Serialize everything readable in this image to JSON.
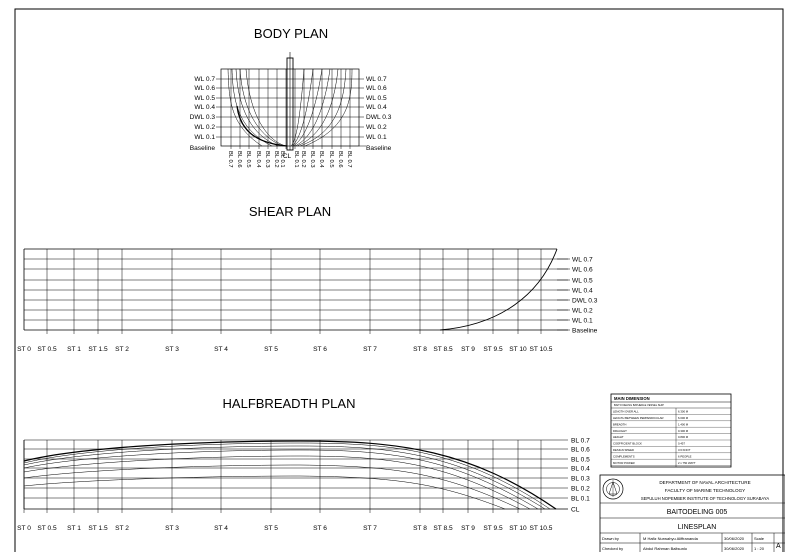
{
  "drawing": {
    "body_plan": {
      "title": "BODY PLAN",
      "left_labels": [
        "WL 0.7",
        "WL 0.6",
        "WL 0.5",
        "WL 0.4",
        "DWL 0.3",
        "WL 0.2",
        "WL 0.1",
        "Baseline"
      ],
      "right_labels": [
        "WL 0.7",
        "WL 0.6",
        "WL 0.5",
        "WL 0.4",
        "DWL 0.3",
        "WL 0.2",
        "WL 0.1",
        "Baseline"
      ],
      "station_labels_left": [
        "BL 0.7",
        "BL 0.6",
        "BL 0.5",
        "BL 0.4",
        "BL 0.3",
        "BL 0.2",
        "BL 0.1"
      ],
      "centerline_label": "CL",
      "station_labels_right": [
        "BL 0.1",
        "BL 0.2",
        "BL 0.3",
        "BL 0.4",
        "BL 0.5",
        "BL 0.6",
        "BL 0.7"
      ]
    },
    "shear_plan": {
      "title": "SHEAR PLAN",
      "wl_labels": [
        "WL 0.7",
        "WL 0.6",
        "WL 0.5",
        "WL 0.4",
        "DWL 0.3",
        "WL 0.2",
        "WL 0.1",
        "Baseline"
      ],
      "stations": [
        "ST 0",
        "ST 0.5",
        "ST 1",
        "ST 1.5",
        "ST 2",
        "ST 3",
        "ST 4",
        "ST 5",
        "ST 6",
        "ST 7",
        "ST 8",
        "ST 8.5",
        "ST 9",
        "ST 9.5",
        "ST 10",
        "ST 10.5"
      ]
    },
    "halfbreadth_plan": {
      "title": "HALFBREADTH PLAN",
      "bl_labels": [
        "BL 0.7",
        "BL 0.6",
        "BL 0.5",
        "BL 0.4",
        "BL 0.3",
        "BL 0.2",
        "BL 0.1",
        "CL"
      ],
      "stations": [
        "ST 0",
        "ST 0.5",
        "ST 1",
        "ST 1.5",
        "ST 2",
        "ST 3",
        "ST 4",
        "ST 5",
        "ST 6",
        "ST 7",
        "ST 8",
        "ST 8.5",
        "ST 9",
        "ST 9.5",
        "ST 10",
        "ST 10.5"
      ]
    }
  },
  "main_dimension": {
    "title": "MAIN DIMENSION",
    "subtitle": "BAITO DELING BATHEDLE VESSEL SHIP",
    "rows": [
      {
        "label": "LENGTH OVER ALL",
        "value": "6.300 M"
      },
      {
        "label": "LENGTH BETWEEN PERPENDICULAR",
        "value": "6.000 M"
      },
      {
        "label": "BREADTH",
        "value": "1.400 M"
      },
      {
        "label": "DRAUGHT",
        "value": "0.300 M"
      },
      {
        "label": "HEIGHT",
        "value": "0.800 M"
      },
      {
        "label": "COEFFICIENT BLOCK",
        "value": "0.457"
      },
      {
        "label": "DESIGN SPEED",
        "value": "3.6 KNOT"
      },
      {
        "label": "COMPLEMENTS",
        "value": "6 PEOPLE"
      },
      {
        "label": "MOTOR POWER",
        "value": "2 x 750 WATT"
      }
    ]
  },
  "title_block": {
    "institution": [
      "DEPARTMENT OF NAVAL ARCHITECTURE",
      "FACULTY OF MARINE TECHNOLOGY",
      "SEPULUH NOPEMBER INSTITUTE OF TECHNOLOGY SURABAYA"
    ],
    "project": "BAITODELING 005",
    "drawing_name": "LINESPLAN",
    "drawn_label": "Drawn by",
    "drawn_name": "M Hafiz Nurwahyu Aliffrananda",
    "drawn_date": "30/06/2020",
    "scale_label": "Scale",
    "checked_label": "Checked by",
    "checked_name": "Abdul Rahman Baltsunlo",
    "checked_date": "30/06/2020",
    "scale_value": "1 : 20",
    "sheet_size": "A"
  }
}
